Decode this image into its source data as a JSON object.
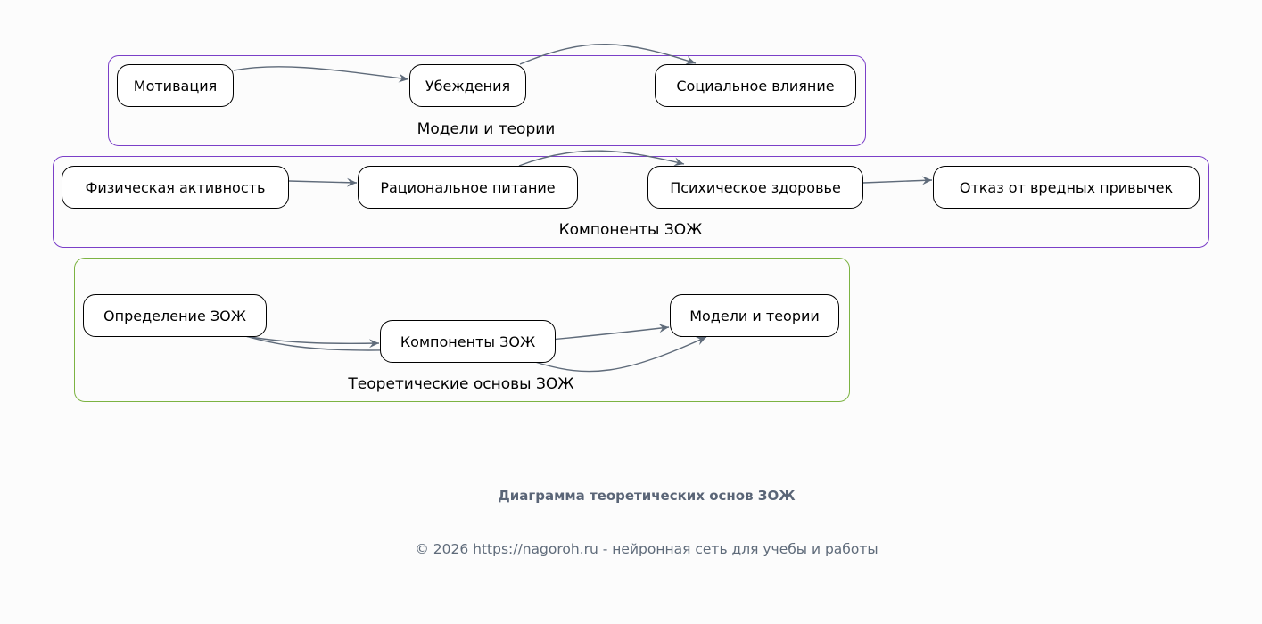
{
  "clusters": {
    "models": {
      "label": "Модели и теории",
      "nodes": [
        "Мотивация",
        "Убеждения",
        "Социальное влияние"
      ]
    },
    "components": {
      "label": "Компоненты ЗОЖ",
      "nodes": [
        "Физическая активность",
        "Рациональное питание",
        "Психическое здоровье",
        "Отказ от вредных привычек"
      ]
    },
    "foundations": {
      "label": "Теоретические основы ЗОЖ",
      "nodes": [
        "Определение ЗОЖ",
        "Компоненты ЗОЖ",
        "Модели и теории"
      ]
    }
  },
  "footer": {
    "title": "Диаграмма теоретических основ ЗОЖ",
    "copyright": "© 2026 https://nagoroh.ru - нейронная сеть для учебы и работы"
  },
  "colors": {
    "cluster_purple": "#7b3fc8",
    "cluster_green": "#7cb342",
    "edge": "#5f6b7a"
  }
}
